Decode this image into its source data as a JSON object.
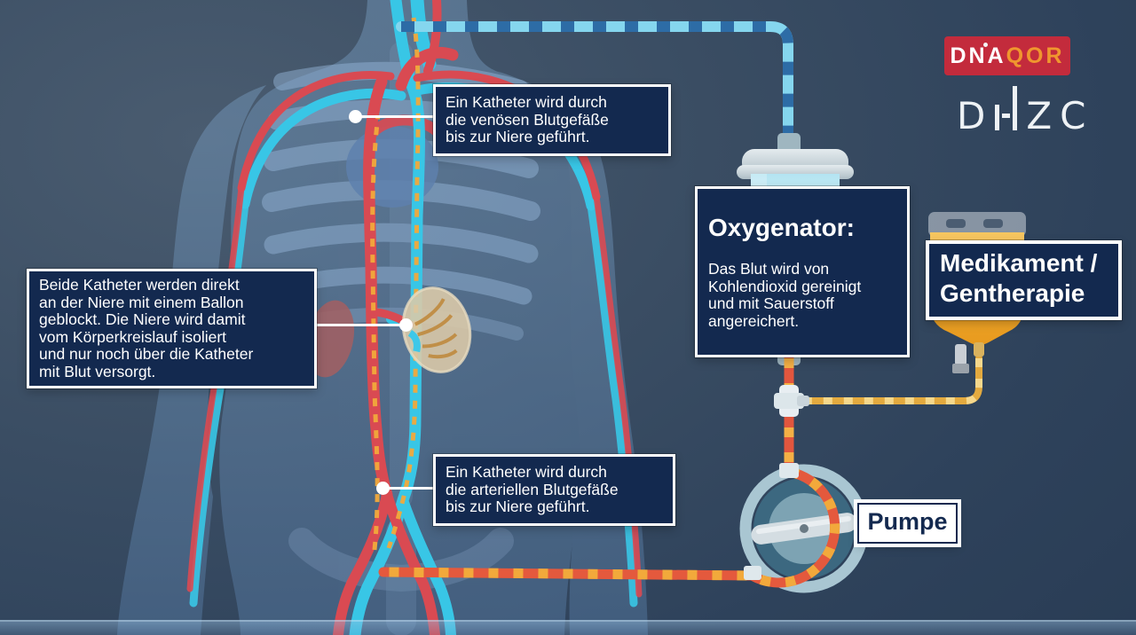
{
  "callouts": {
    "venous": {
      "text": "Ein Katheter wird durch\ndie venösen Blutgefäße\nbis zur Niere geführt."
    },
    "balloon": {
      "text": "Beide Katheter werden direkt\nan der Niere mit einem Ballon\ngeblockt. Die Niere wird damit\nvom Körperkreislauf isoliert\nund nur noch über die Katheter\nmit Blut versorgt."
    },
    "oxygenator": {
      "title": "Oxygenator:",
      "text": "Das Blut wird von\nKohlendioxid gereinigt\nund mit Sauerstoff\nangereichert."
    },
    "arterial": {
      "text": "Ein Katheter wird durch\ndie arteriellen Blutgefäße\nbis zur Niere geführt."
    },
    "medication": {
      "line1": "Medikament /",
      "line2": "Gentherapie"
    },
    "pump": {
      "label": "Pumpe"
    }
  },
  "logos": {
    "dnaqor": {
      "white_part": "DNA",
      "orange_part": "QOR"
    },
    "dhzc": {
      "letter_d": "D",
      "letters_zc": "ZC"
    }
  },
  "colors": {
    "callout_bg": "#13294f",
    "callout_border": "#ffffff",
    "label_text": "#13294f",
    "dnaqor_bg": "#c32b3c",
    "dnaqor_orange": "#f0962e",
    "venous_tube": "#85d6ee",
    "venous_dash": "#2d6ca6",
    "arterial_tube": "#e2563e",
    "arterial_dash": "#f5b045",
    "medication_tube": "#e3aa3f",
    "iv_bag": "#f0a42c",
    "oxygenator_top": "#b3e4f2",
    "oxygenator_bottom": "#ee8f9c",
    "background": "#2e425b"
  }
}
